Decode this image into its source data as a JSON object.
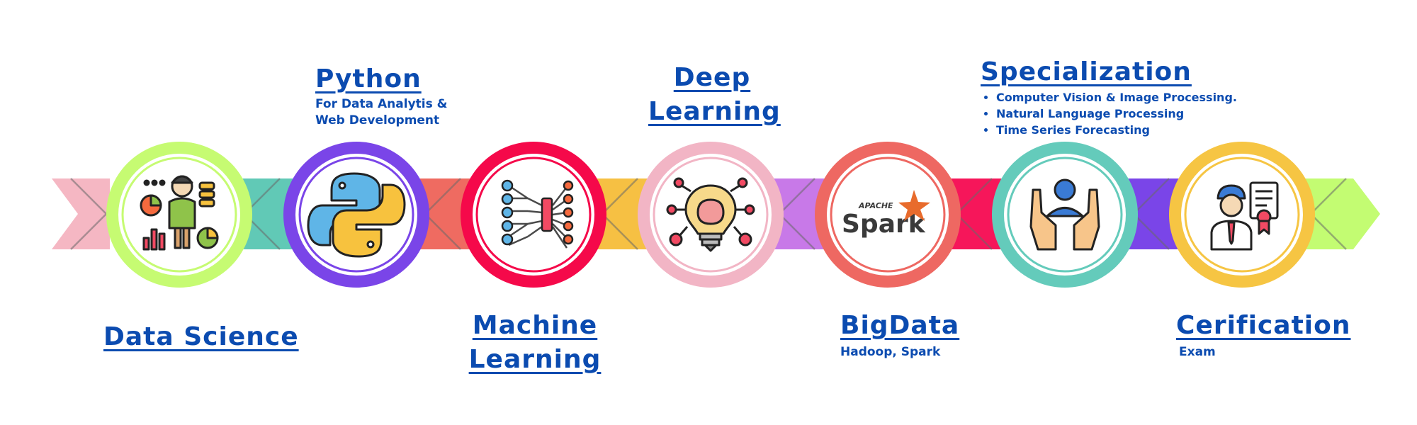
{
  "stages": [
    {
      "title": "Data Science",
      "subtitle": "",
      "icon": "data-scientist-icon",
      "color": "#c6fb72"
    },
    {
      "title": "Python",
      "subtitle": "For Data Analytis & Web Development",
      "icon": "python-logo-icon",
      "color": "#7a45e8"
    },
    {
      "title": "Machine Learning",
      "subtitle": "",
      "icon": "neural-network-icon",
      "color": "#f5094a"
    },
    {
      "title": "Deep Learning",
      "subtitle": "",
      "icon": "brain-lightbulb-icon",
      "color": "#f2b5c5"
    },
    {
      "title": "BigData",
      "subtitle": "Hadoop, Spark",
      "icon": "apache-spark-logo-icon",
      "color": "#ee6862"
    },
    {
      "title": "Specialization",
      "subtitle": "",
      "bullets": [
        "Computer Vision & Image Processing.",
        "Natural Language Processing",
        "Time Series Forecasting"
      ],
      "icon": "hands-user-icon",
      "color": "#64cbbb"
    },
    {
      "title": "Cerification",
      "subtitle": "Exam",
      "icon": "certificate-user-icon",
      "color": "#f6c543"
    }
  ],
  "spark_logo": {
    "apache": "APACHE",
    "name": "Spark"
  },
  "band_colors": [
    "#f5b7c3",
    "#61c9b6",
    "#ef6b61",
    "#f6c043",
    "#c879e8",
    "#f6165a",
    "#7a45e8",
    "#c3fc72"
  ]
}
